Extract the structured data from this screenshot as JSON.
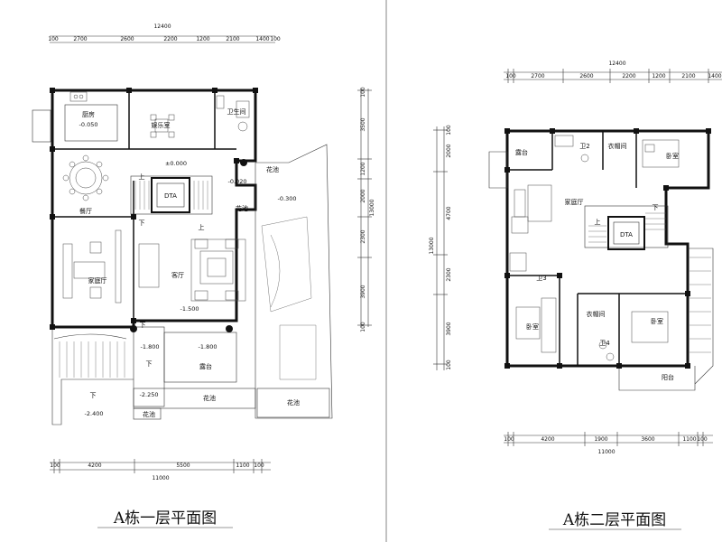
{
  "titles": {
    "floor1": "A栋一层平面图",
    "floor2": "A栋二层平面图"
  },
  "floor1": {
    "top_total": "12400",
    "top_dims": [
      "100",
      "2700",
      "2600",
      "2200",
      "1200",
      "2100",
      "1400",
      "100"
    ],
    "bottom_dims": [
      "100",
      "4200",
      "5500",
      "1100",
      "100"
    ],
    "bottom_total": "11000",
    "right_dims": [
      "100",
      "3500",
      "1200",
      "2000",
      "2300",
      "3900",
      "100"
    ],
    "right_total": "13000",
    "rooms": {
      "kitchen": "厨房",
      "entertainment": "娱乐室",
      "bathroom": "卫生间",
      "dining": "餐厅",
      "family": "家庭厅",
      "living": "客厅",
      "terrace": "露台",
      "planter1": "花池",
      "planter2": "花池",
      "planter3": "花池",
      "planter4": "花池",
      "planter5": "花池",
      "elevator": "DTA"
    },
    "levels": {
      "kitchen": "-0.050",
      "hall": "±0.000",
      "entry": "-0.020",
      "side": "-0.300",
      "living": "-1.500",
      "stair1": "-1.800",
      "stair2": "-1.800",
      "low1": "-2.250",
      "low2": "-2.400"
    },
    "arrows": {
      "up1": "上",
      "down1": "下",
      "up2": "上",
      "down2": "下",
      "down3": "下",
      "down4": "下"
    }
  },
  "floor2": {
    "top_total": "12400",
    "top_dims": [
      "100",
      "2700",
      "2600",
      "2200",
      "1200",
      "2100",
      "1400"
    ],
    "bottom_dims": [
      "100",
      "4200",
      "1900",
      "3600",
      "1100",
      "100"
    ],
    "bottom_total": "11000",
    "left_dims": [
      "100",
      "2000",
      "4700",
      "2300",
      "3900",
      "100"
    ],
    "left_total": "13000",
    "rooms": {
      "terrace": "露台",
      "bath2": "卫2",
      "closet1": "衣帽间",
      "bedroom1": "卧室",
      "family": "家庭厅",
      "elevator": "DTA",
      "bath3": "卫3",
      "bedroom2": "卧室",
      "closet2": "衣帽间",
      "bedroom3": "卧室",
      "bath4": "卫4",
      "balcony": "阳台"
    },
    "arrows": {
      "up": "上",
      "down": "下"
    }
  }
}
